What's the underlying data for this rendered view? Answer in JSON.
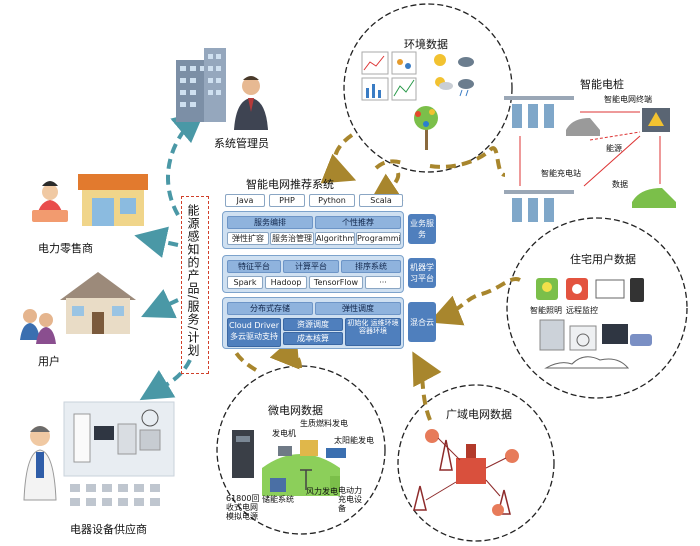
{
  "title": "智能电网推荐系统",
  "languages": [
    "Java",
    "PHP",
    "Python",
    "Scala"
  ],
  "layer1": {
    "chips": [
      "服务编排",
      "个性推荐",
      "弹性扩容",
      "服务治管理",
      "Algorithm",
      "Programming"
    ],
    "side": "业务服务"
  },
  "layer2": {
    "chips": [
      "特征平台",
      "计算平台",
      "排序系统",
      "Spark",
      "Hadoop",
      "TensorFlow",
      "···"
    ],
    "side": "机器学习平台"
  },
  "layer3": {
    "chips": [
      "分布式存储",
      "弹性调度",
      "Cloud Driver 多云驱动支持",
      "资源调度",
      "成本核算",
      "初始化 运维环境 容器环境"
    ],
    "side": "混合云"
  },
  "vertical_label": "能源感知的产品/服务/计划",
  "left_labels": {
    "admin": "系统管理员",
    "retailer": "电力零售商",
    "user": "用户",
    "supplier": "电器设备供应商"
  },
  "env": {
    "title": "环境数据"
  },
  "charging": {
    "title": "智能电桩",
    "terminal": "智能电网终端",
    "station": "智能充电站",
    "energy": "能源",
    "data": "数据"
  },
  "home": {
    "title": "住宅用户数据",
    "lighting": "智能照明",
    "monitor": "远程监控"
  },
  "microgrid": {
    "title": "微电网数据",
    "generator": "发电机",
    "biomass": "生质燃料发电",
    "solar": "太阳能发电",
    "wind": "风力发电",
    "storage": "储能系统",
    "ev": "电动力充电设备",
    "sim": "61800回收式电网模拟电源"
  },
  "widegrid": {
    "title": "广域电网数据"
  },
  "colors": {
    "arrow_teal": "#4a98a6",
    "arrow_gold": "#a8862d",
    "core": "#cfe0f1",
    "chip_blue": "#4f7fbd"
  }
}
